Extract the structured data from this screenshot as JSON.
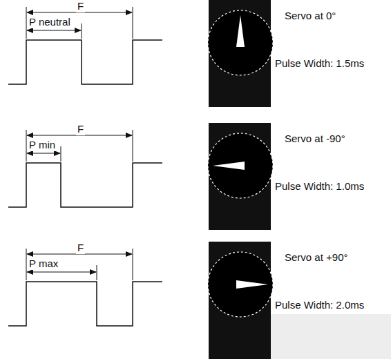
{
  "diagram": {
    "labels": [
      "F",
      "P neutral",
      "Servo at 0°",
      "Pulse Width: 1.5ms",
      "F",
      "P min",
      "Servo at -90°",
      "Pulse Width: 1.0ms",
      "F",
      "P max",
      "Servo at +90°",
      "Pulse Width: 2.0ms"
    ]
  }
}
